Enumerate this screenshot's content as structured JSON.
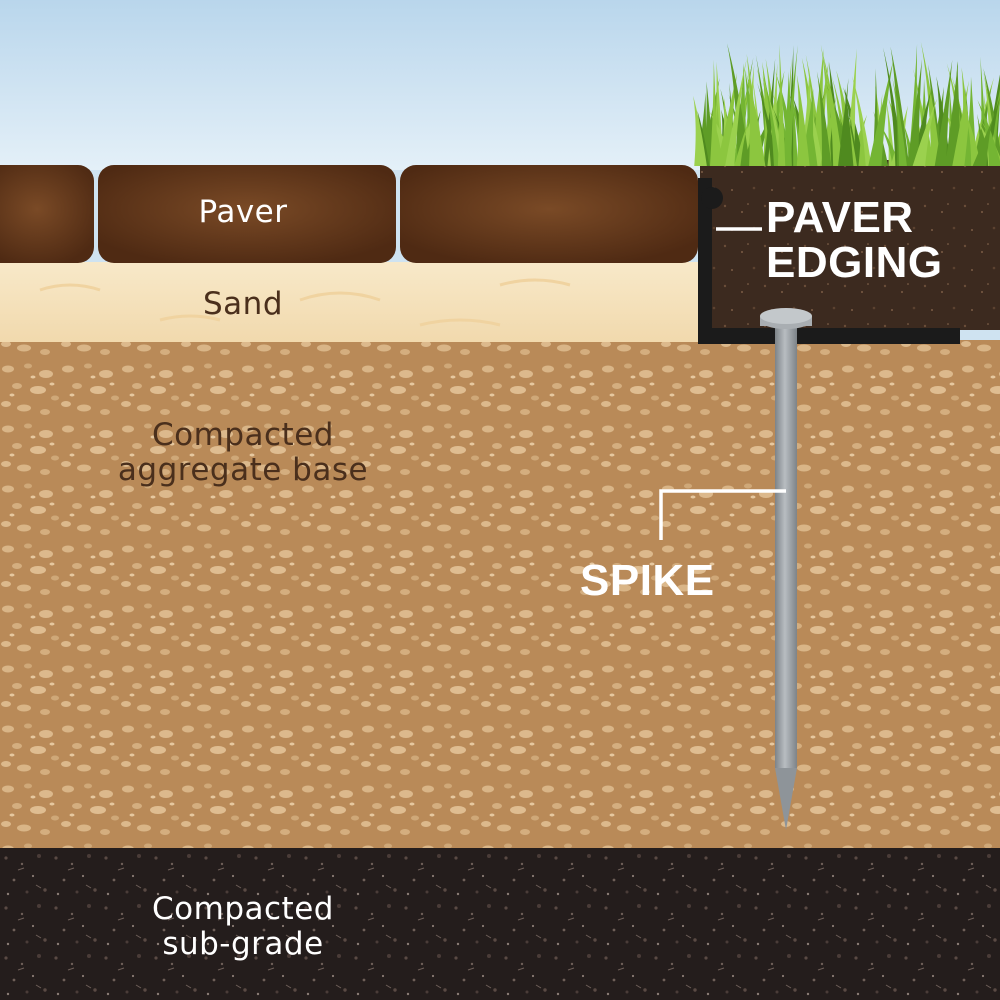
{
  "labels": {
    "paver": "Paver",
    "sand": "Sand",
    "aggregate": "Compacted\naggregate base",
    "subgrade": "Compacted\nsub-grade",
    "paver_edging": "PAVER\nEDGING",
    "spike": "SPIKE"
  },
  "colors": {
    "sky": "#cfe3f1",
    "paver": "#5e3318",
    "sand": "#f6e3bf",
    "aggregate": "#b98a58",
    "aggregate_stones": "#d9b587",
    "subgrade": "#241d1c",
    "topsoil": "#3c2a1f",
    "grass": "#6fae2e",
    "edging": "#1b1b1b",
    "spike": "#9ba1a6",
    "callout_text": "#ffffff",
    "layer_text_dark": "#4a2f1c",
    "layer_text_light": "#ffffff"
  },
  "icons": [
    "grass-icon",
    "spike-icon",
    "paver-edging-icon"
  ]
}
